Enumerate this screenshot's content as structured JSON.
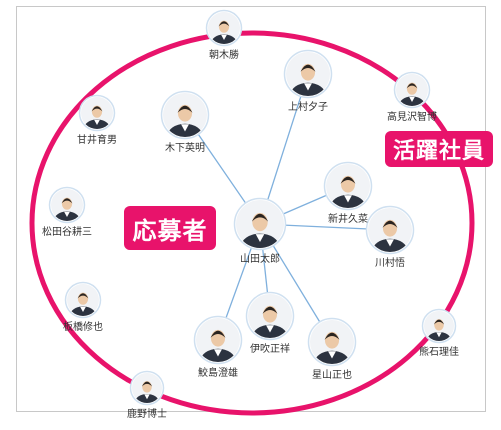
{
  "labels": {
    "applicant": "応募者",
    "employees": "活躍社員"
  },
  "colors": {
    "accent": "#e8136b",
    "link": "#7fb0dd",
    "avatar_ring": "#cfe0f0"
  },
  "center": {
    "name": "山田太郎"
  },
  "connected": [
    {
      "name": "木下英明"
    },
    {
      "name": "上村夕子"
    },
    {
      "name": "新井久菜"
    },
    {
      "name": "川村悟"
    },
    {
      "name": "星山正也"
    },
    {
      "name": "伊吹正祥"
    },
    {
      "name": "鮫島澄雄"
    }
  ],
  "others": [
    {
      "name": "朝木勝"
    },
    {
      "name": "高見沢智博"
    },
    {
      "name": "甘井育男"
    },
    {
      "name": "松田谷耕三"
    },
    {
      "name": "板橋修也"
    },
    {
      "name": "熊石理佳"
    },
    {
      "name": "鹿野博士"
    }
  ]
}
